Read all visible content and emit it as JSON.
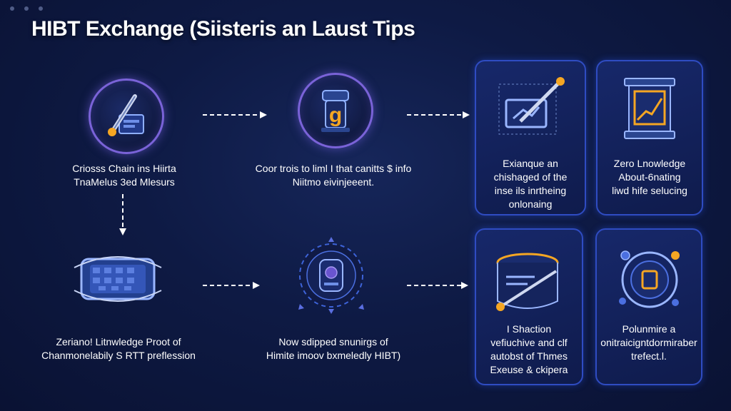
{
  "title": "HIBT Exchange (Siisteris an Laust Tips",
  "nodes": {
    "n1": {
      "line1": "Criosss Chain ins Hiirta",
      "line2": "TnaMelus 3ed Mlesurs",
      "icon": "key-icon"
    },
    "n2": {
      "line1": "Coor trois to liml I that canitts $ info",
      "line2": "Niitmo eivinjeeent.",
      "icon": "coin-icon"
    },
    "n3": {
      "line1": "Zeriano! Litnwledge Proot of",
      "line2": "Chanmonelabily S RTT preflession",
      "icon": "chip-icon"
    },
    "n4": {
      "line1": "Now sdipped snunirgs of",
      "line2": "Himite imoov bxmeledly HIBT)",
      "icon": "database-icon"
    }
  },
  "cards": {
    "c1": {
      "line1": "Exianque an",
      "line2": "chishaged of the",
      "line3": "inse ils inrtheing",
      "line4": "onlonaing",
      "icon": "monitor-icon"
    },
    "c2": {
      "line1": "Zero Lnowledge",
      "line2": "About-6nating",
      "line3": "liwd hife selucing",
      "icon": "chart-icon"
    },
    "c3": {
      "line1": "I Shaction",
      "line2": "vefiuchive and clf",
      "line3": "autobst of Thmes",
      "line4": "Exeuse & ckipera",
      "icon": "cylinder-icon"
    },
    "c4": {
      "line1": "Polunmire a",
      "line2": "onitraicigntdormiraber",
      "line3": "trefect.l.",
      "icon": "network-icon"
    }
  },
  "colors": {
    "accent": "#7a63d8",
    "card_border": "#2f4cc2",
    "orange": "#f5a623",
    "background": "#0e1a44"
  }
}
